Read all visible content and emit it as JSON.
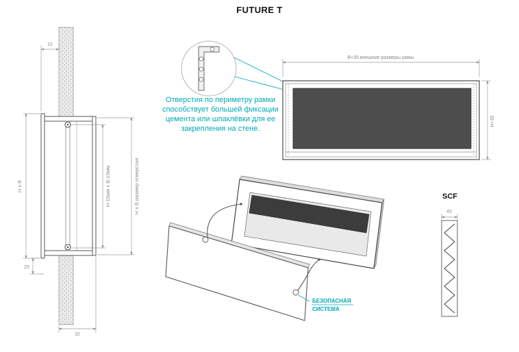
{
  "title": "FUTURE T",
  "accent_color": "#00a9b6",
  "section_view": {
    "dim_top": "15",
    "dim_height": "H x B",
    "dim_inner": "H-15мм x B-15мм",
    "dim_opening": "H x B размер отверстия",
    "dim_bottom_offset": "25",
    "dim_depth": "32"
  },
  "detail_note": "Отверстия по периметру рамки способствует большей фиксации цемента или шпаклёвки  для ее закрепления на стене.",
  "front_view": {
    "dim_width": "B+35 внешние размеры рамы",
    "dim_height": "H+35"
  },
  "iso_view": {
    "safety_label_line1": "БЕЗОПАСНАЯ",
    "safety_label_line2": "СИСТЕМА"
  },
  "scf": {
    "label": "SCF",
    "dim_width": "45"
  }
}
